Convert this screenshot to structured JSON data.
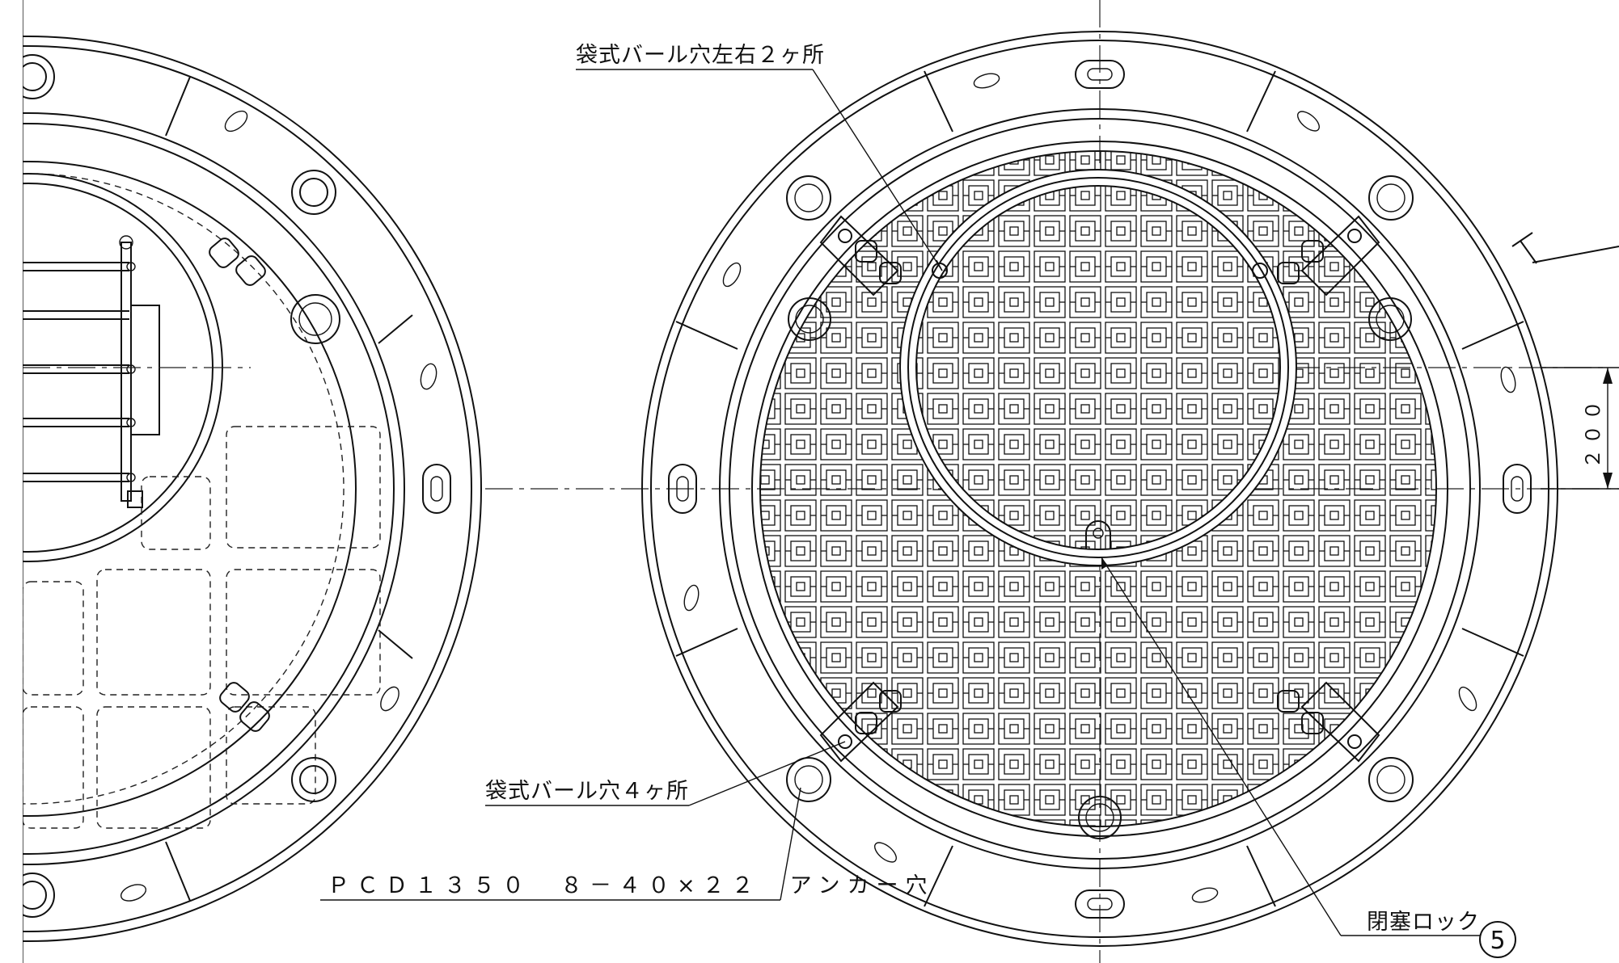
{
  "labels": {
    "bar_holes_left_right": "袋式バール穴左右２ヶ所",
    "bar_holes_four": "袋式バール穴４ヶ所",
    "anchor_holes": "ＰＣＤ１３５０　８－４０×２２　アンカー穴",
    "closure_lock": "閉塞ロック",
    "closure_lock_ref": "5"
  },
  "dimensions": {
    "offset": "２００"
  }
}
